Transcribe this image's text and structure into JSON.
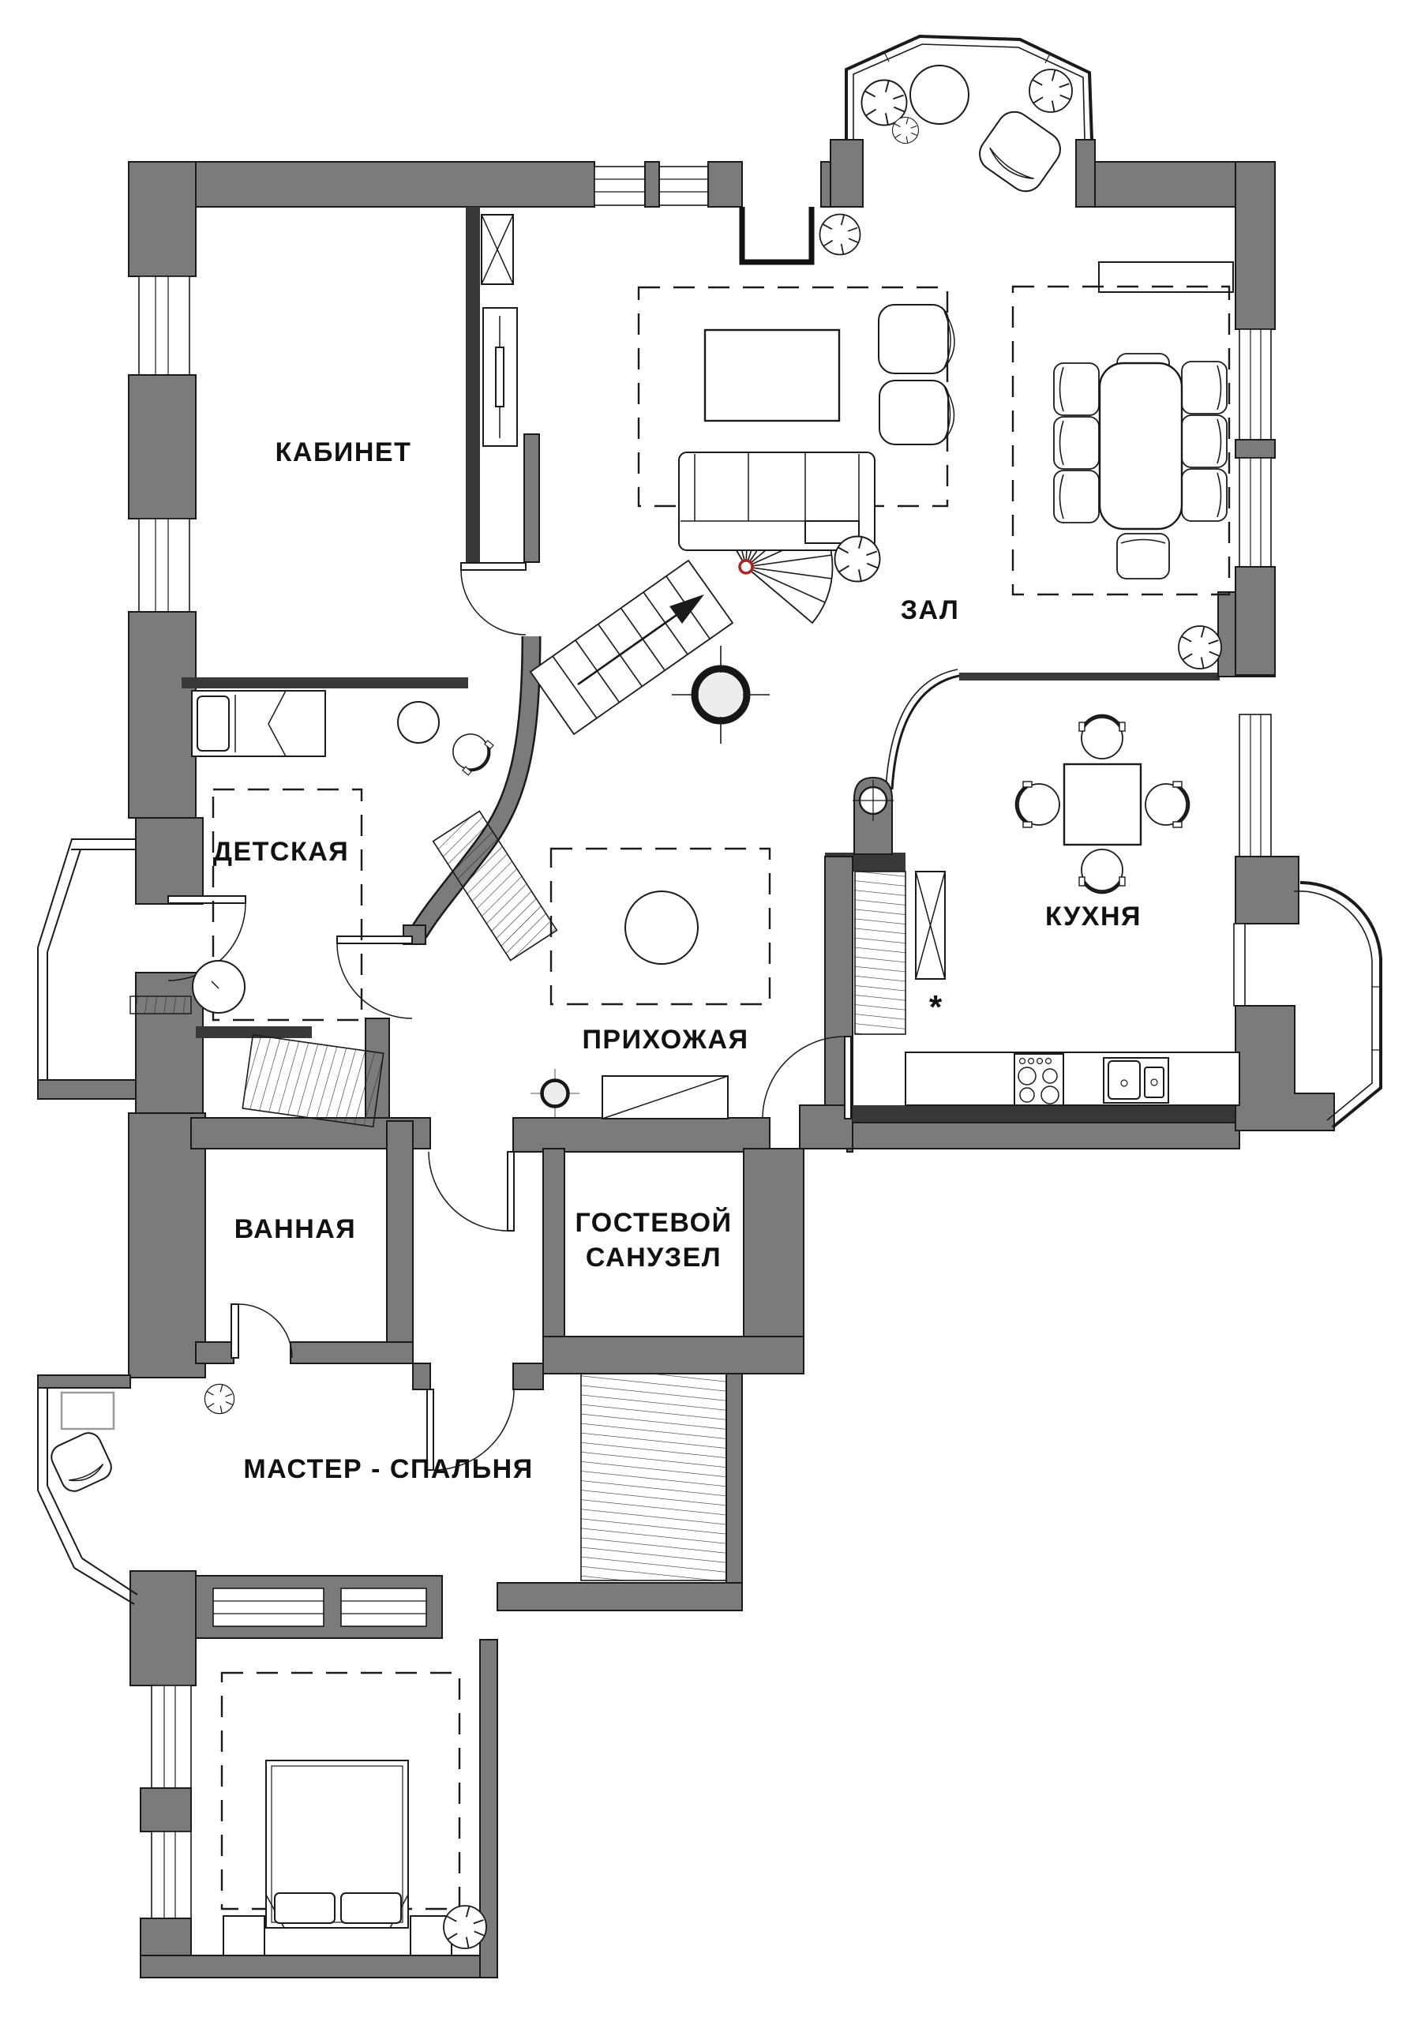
{
  "document": {
    "kind": "apartment floor plan",
    "language": "ru"
  },
  "colors": {
    "background": "#ffffff",
    "wall_fill": "#7b7b7b",
    "wall_outline": "#1a1a1a",
    "thin_wall": "#383838",
    "stair_center_accent": "#b02020",
    "pendant_fill": "#ededed"
  },
  "rooms": {
    "office": {
      "label": "КАБИНЕТ"
    },
    "hall": {
      "label": "ЗАЛ"
    },
    "nursery": {
      "label": "ДЕТСКАЯ"
    },
    "entry": {
      "label": "ПРИХОЖАЯ"
    },
    "kitchen": {
      "label": "КУХНЯ"
    },
    "bathroom": {
      "label": "ВАННАЯ"
    },
    "guest_wc": {
      "line1": "ГОСТЕВОЙ",
      "line2": "САНУЗЕЛ"
    },
    "master": {
      "label": "МАСТЕР - СПАЛЬНЯ"
    }
  },
  "annotations": {
    "kitchen_niche_marker": "*"
  },
  "icons": {
    "plant": "potted-plant-icon",
    "pendant": "ceiling-light-icon",
    "stairs": "winder-staircase-icon",
    "ventilation": "vent-shaft-x-icon",
    "wardrobe_hatch": "wardrobe-hatched-icon"
  }
}
